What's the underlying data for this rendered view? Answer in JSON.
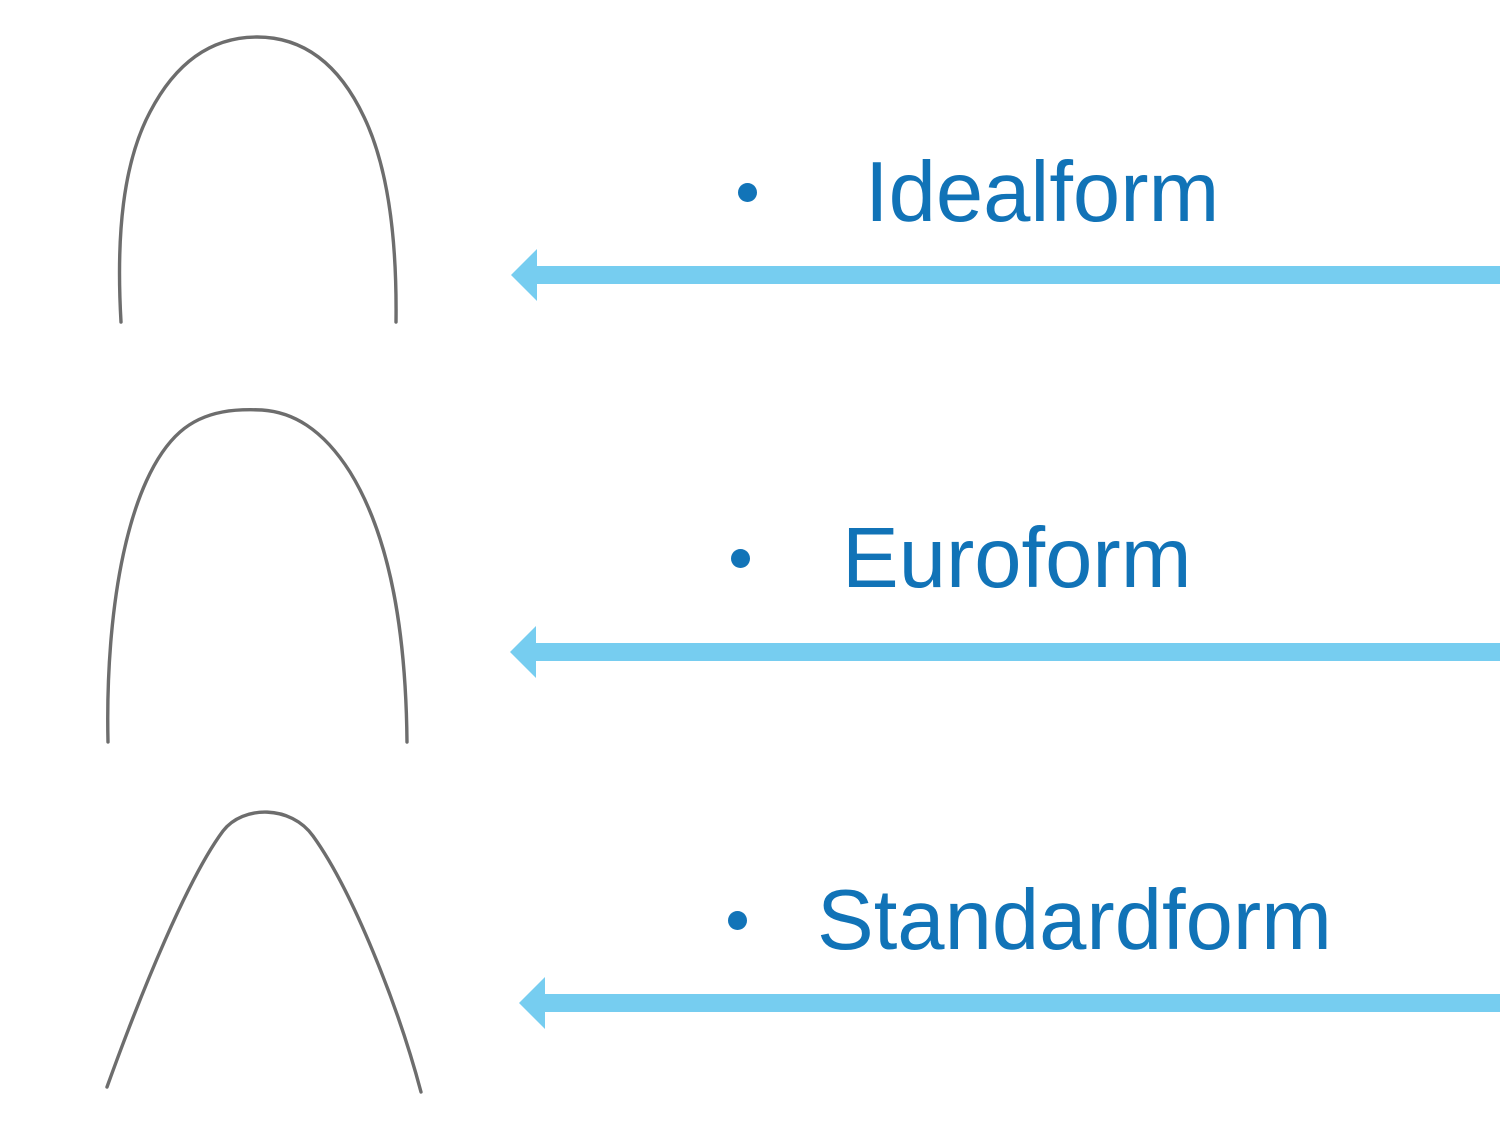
{
  "slide": {
    "background_color": "#ffffff",
    "items": [
      {
        "label": "Idealform",
        "image": "idealform-archwire",
        "marker": "bullet",
        "pointer": "left-arrow"
      },
      {
        "label": "Euroform",
        "image": "euroform-archwire",
        "marker": "bullet",
        "pointer": "left-arrow"
      },
      {
        "label": "Standardform",
        "image": "standardform-archwire",
        "marker": "bullet",
        "pointer": "left-arrow"
      }
    ],
    "colors": {
      "label_text": "#1173b7",
      "bullet": "#1274b8",
      "arrow": "#76CDF0",
      "wire": "#6d6d6d"
    },
    "icons": {
      "bullet": "filled-circle",
      "arrow": "left-pointing-block-arrow"
    }
  }
}
